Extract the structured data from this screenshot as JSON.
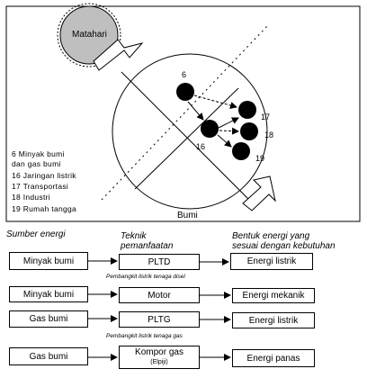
{
  "diagram": {
    "sun_label": "Matahari",
    "earth_label": "Bumi",
    "node_labels": [
      "6",
      "17",
      "18",
      "16",
      "19"
    ],
    "legend": [
      "6  Minyak bumi",
      "    dan gas bumi",
      "16 Jaringan listrik",
      "17 Transportasi",
      "18 Industri",
      "19 Rumah tangga"
    ]
  },
  "flow": {
    "col_source": "Sumber energi",
    "col_tech_1": "Teknik",
    "col_tech_2": "pemanfaatan",
    "col_form_1": "Bentuk energi yang",
    "col_form_2": "sesuai dengan kebutuhan",
    "rows": [
      {
        "source": "Minyak bumi",
        "tech": "PLTD",
        "tech_sub": "",
        "result": "Energi listrik",
        "caption": "Pembangkit listrik tenaga disel"
      },
      {
        "source": "Minyak bumi",
        "tech": "Motor",
        "tech_sub": "",
        "result": "Energi mekanik",
        "caption": ""
      },
      {
        "source": "Gas bumi",
        "tech": "PLTG",
        "tech_sub": "",
        "result": "Energi listrik",
        "caption": "Pembangkit listrik tenaga gas"
      },
      {
        "source": "Gas bumi",
        "tech": "Kompor gas",
        "tech_sub": "(Elpiji)",
        "result": "Energi panas",
        "caption": ""
      }
    ]
  }
}
